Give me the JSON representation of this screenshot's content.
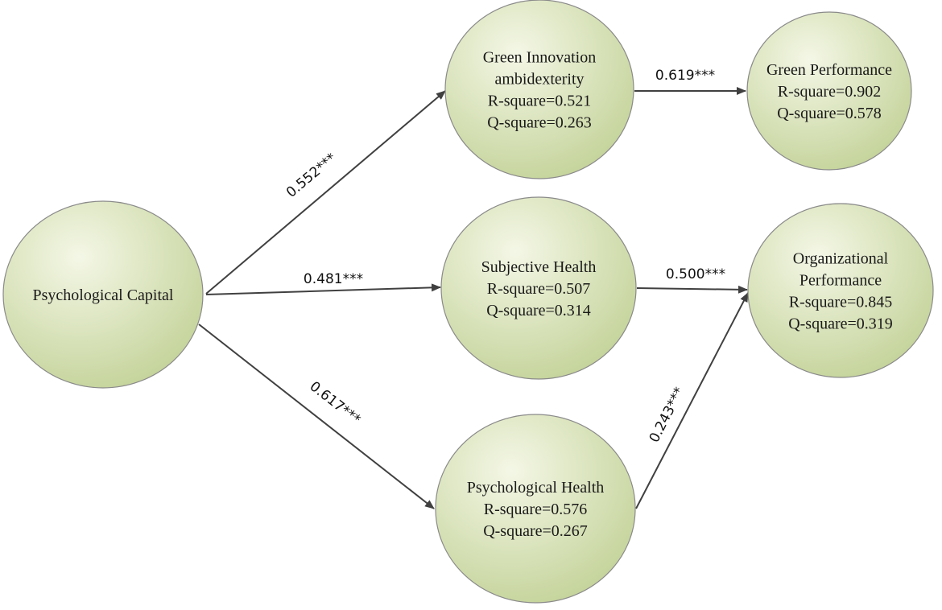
{
  "colors": {
    "node_fill_light": "#f4f7e6",
    "node_fill_dark": "#c4d39a",
    "node_stroke": "#8a8a8a",
    "edge": "#404040"
  },
  "nodes": [
    {
      "id": "psychological-capital",
      "lines": [
        "Psychological Capital"
      ]
    },
    {
      "id": "green-innovation",
      "lines": [
        "Green Innovation",
        "ambidexterity",
        "R-square=0.521",
        "Q-square=0.263"
      ]
    },
    {
      "id": "subjective-health",
      "lines": [
        "Subjective Health",
        "R-square=0.507",
        "Q-square=0.314"
      ]
    },
    {
      "id": "psychological-health",
      "lines": [
        "Psychological Health",
        "R-square=0.576",
        "Q-square=0.267"
      ]
    },
    {
      "id": "green-performance",
      "lines": [
        "Green Performance",
        "R-square=0.902",
        "Q-square=0.578"
      ]
    },
    {
      "id": "organizational-performance",
      "lines": [
        "Organizational",
        "Performance",
        "R-square=0.845",
        "Q-square=0.319"
      ]
    }
  ],
  "edges": [
    {
      "id": "pc-gi",
      "from": "psychological-capital",
      "to": "green-innovation",
      "label": "0.552***"
    },
    {
      "id": "pc-sh",
      "from": "psychological-capital",
      "to": "subjective-health",
      "label": "0.481***"
    },
    {
      "id": "pc-ph",
      "from": "psychological-capital",
      "to": "psychological-health",
      "label": "0.617***"
    },
    {
      "id": "gi-gp",
      "from": "green-innovation",
      "to": "green-performance",
      "label": "0.619***"
    },
    {
      "id": "sh-op",
      "from": "subjective-health",
      "to": "organizational-performance",
      "label": "0.500***"
    },
    {
      "id": "ph-op",
      "from": "psychological-health",
      "to": "organizational-performance",
      "label": "0.243***"
    }
  ]
}
